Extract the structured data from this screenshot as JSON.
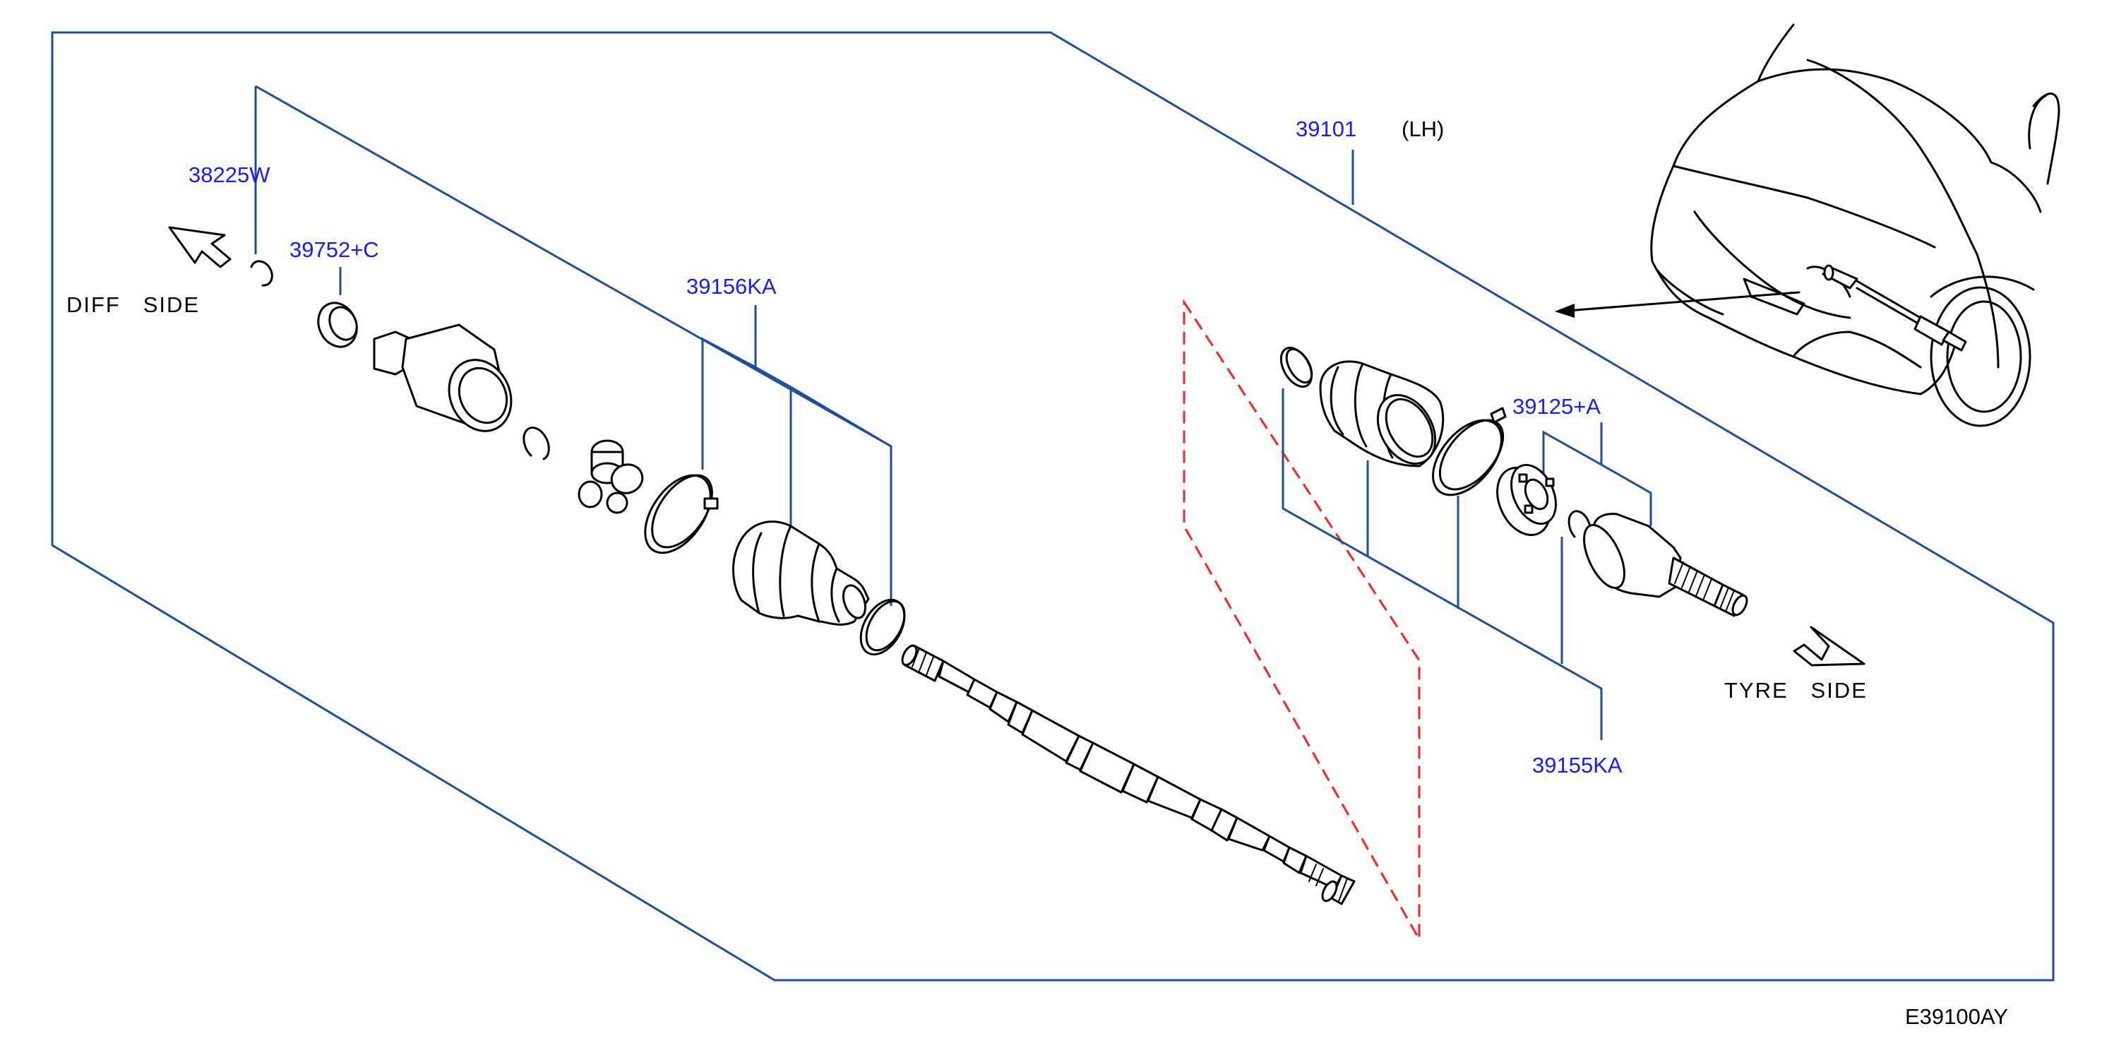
{
  "parts": {
    "p38225w": "38225W",
    "p39752c": "39752+C",
    "p39156ka": "39156KA",
    "p39101": "39101",
    "p39101_side": "(LH)",
    "p39125a": "39125+A",
    "p39155ka": "39155KA"
  },
  "labels": {
    "diff_side": "DIFF   SIDE",
    "tyre_side": "TYRE   SIDE"
  },
  "figure_ref": "E39100AY",
  "colors": {
    "part_number": "#1a1aff",
    "frame": "#1a4fa0",
    "dashed_group": "#ff2020",
    "ink": "#000000"
  },
  "icons": [
    "direction-arrow-icon",
    "vehicle-icon"
  ]
}
